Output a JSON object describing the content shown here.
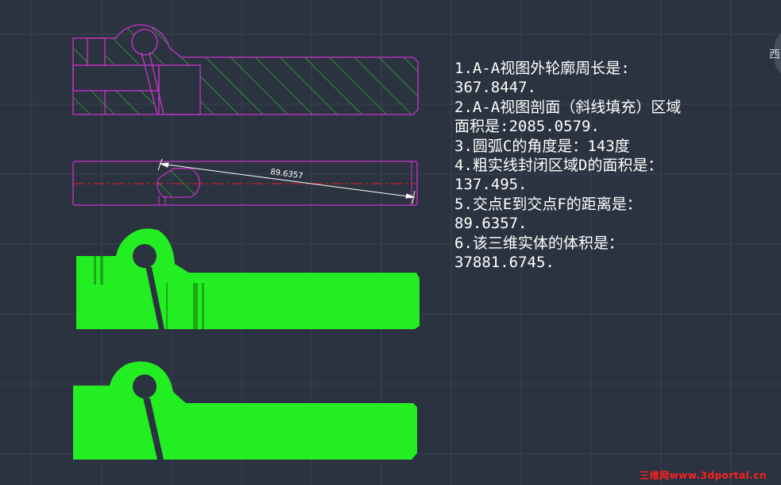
{
  "answers": [
    "1.A-A视图外轮廓周长是:",
    "367.8447.",
    "2.A-A视图剖面（斜线填充）区域",
    "面积是:2085.0579.",
    "3.圆弧C的角度是：143度",
    "4.粗实线封闭区域D的面积是：",
    "137.495.",
    "5.交点E到交点F的距离是：",
    "89.6357.",
    "6.该三维实体的体积是：",
    "37881.6745."
  ],
  "dimension_label": "89.6357",
  "viewcube_label": "西",
  "watermark": "三维网www.3dportal.cn",
  "colors": {
    "background": "#2b3340",
    "outline": "#cc33cc",
    "hatch": "#33cc33",
    "solid": "#22ee22",
    "centerline": "#dd2222",
    "text": "#ffffff"
  }
}
